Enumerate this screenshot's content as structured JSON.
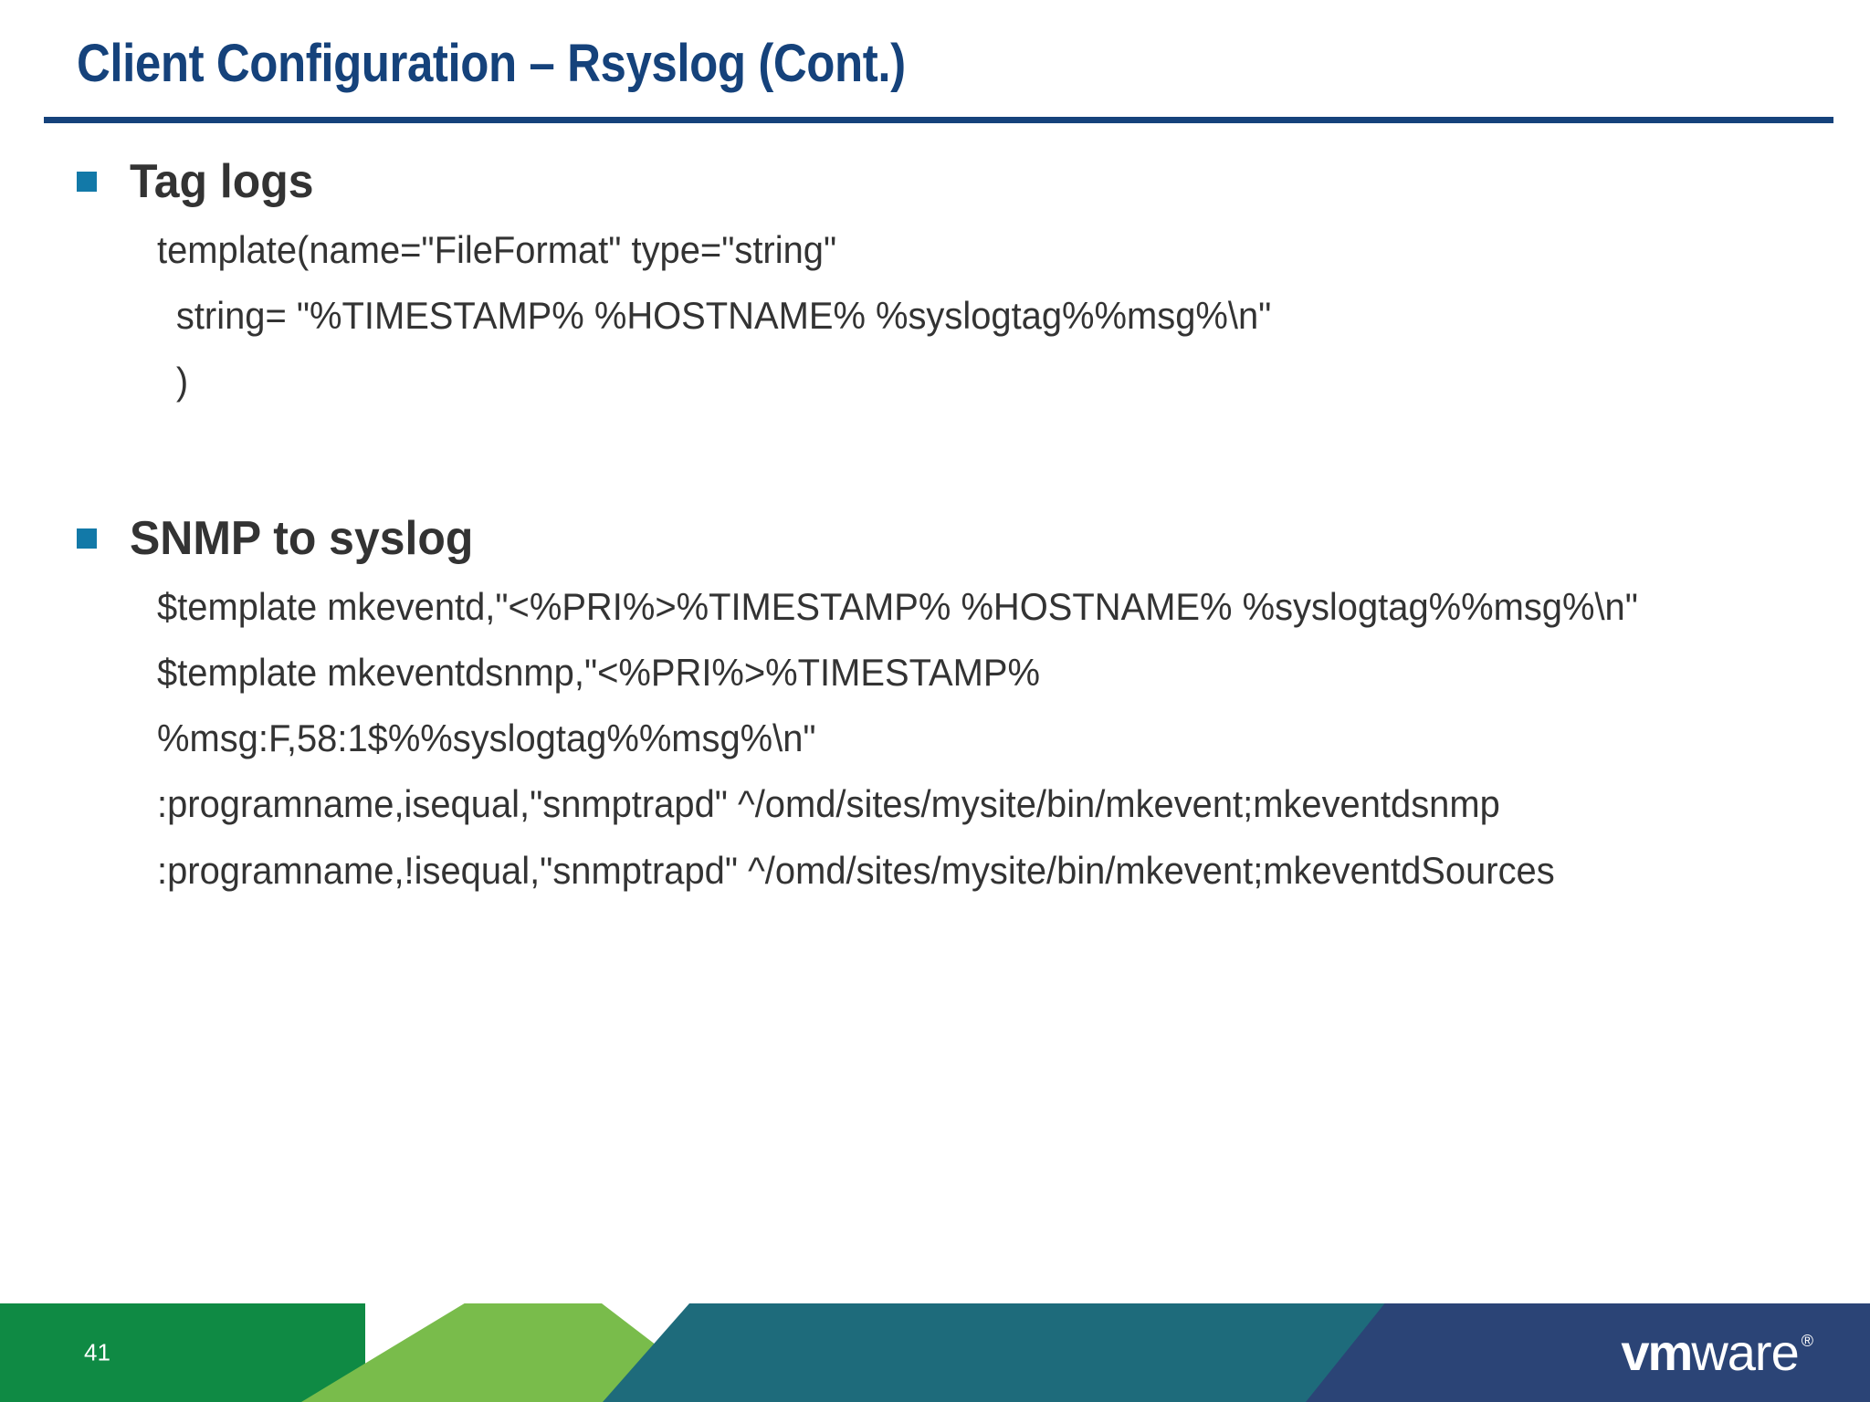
{
  "slide": {
    "title": "Client Configuration – Rsyslog (Cont.)",
    "title_color": "#15427B",
    "bullet_color": "#1279A8",
    "body_text_color": "#333333"
  },
  "sections": [
    {
      "heading": "Tag logs",
      "bullet_icon": "square-bullet-icon",
      "lines": [
        {
          "text": "template(name=\"FileFormat\" type=\"string\"",
          "indent": 0
        },
        {
          "text": "string= \"%TIMESTAMP% %HOSTNAME% %syslogtag%%msg%\\n\"",
          "indent": 1
        },
        {
          "text": ")",
          "indent": 1
        }
      ]
    },
    {
      "heading": "SNMP to syslog",
      "bullet_icon": "square-bullet-icon",
      "lines": [
        {
          "text": "$template mkeventd,\"<%PRI%>%TIMESTAMP% %HOSTNAME% %syslogtag%%msg%\\n\"",
          "indent": 0
        },
        {
          "text": "$template mkeventdsnmp,\"<%PRI%>%TIMESTAMP% %msg:F,58:1$%%syslogtag%%msg%\\n\"",
          "indent": 0
        },
        {
          "text": ":programname,isequal,\"snmptrapd\" ^/omd/sites/mysite/bin/mkevent;mkeventdsnmp",
          "indent": 0
        },
        {
          "text": ":programname,!isequal,\"snmptrapd\" ^/omd/sites/mysite/bin/mkevent;mkeventdSources",
          "indent": 0
        }
      ]
    }
  ],
  "footer": {
    "page_number": "41",
    "logo_vm": "vm",
    "logo_ware": "ware",
    "logo_registered": "®",
    "colors": {
      "green": "#0F8A44",
      "light_green": "#79BC4B",
      "teal": "#1E6B7B",
      "navy": "#2B4476"
    }
  }
}
